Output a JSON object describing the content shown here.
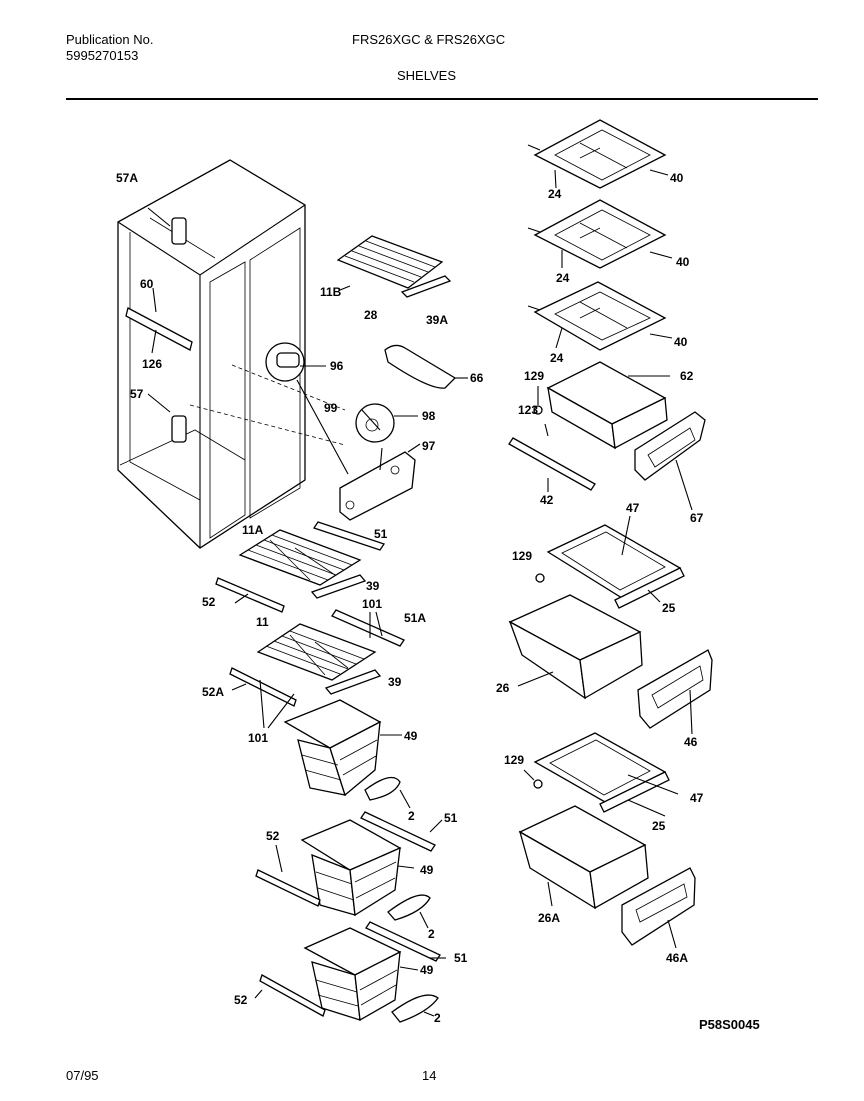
{
  "header": {
    "publication_label": "Publication No.",
    "publication_number": "5995270153",
    "models": "FRS26XGC & FRS26XGC",
    "section": "SHELVES"
  },
  "footer": {
    "date": "07/95",
    "page": "14",
    "figure_id": "P58S0045"
  },
  "callouts": {
    "c57A": "57A",
    "c60": "60",
    "c126": "126",
    "c57": "57",
    "c11B": "11B",
    "c28": "28",
    "c39A": "39A",
    "c96": "96",
    "c66": "66",
    "c99": "99",
    "c98": "98",
    "c97": "97",
    "c11A": "11A",
    "c51a": "51",
    "c39a": "39",
    "c52a": "52",
    "c101a": "101",
    "c51A": "51A",
    "c11": "11",
    "c39b": "39",
    "c52A": "52A",
    "c101b": "101",
    "c49a": "49",
    "c2a": "2",
    "c52b": "52",
    "c51b": "51",
    "c49b": "49",
    "c2b": "2",
    "c51c": "51",
    "c49c": "49",
    "c52c": "52",
    "c2c": "2",
    "c24a": "24",
    "c40a": "40",
    "c24b": "24",
    "c40b": "40",
    "c24c": "24",
    "c40c": "40",
    "c129a": "129",
    "c62": "62",
    "c123": "123",
    "c42": "42",
    "c67": "67",
    "c47a": "47",
    "c129b": "129",
    "c25a": "25",
    "c26": "26",
    "c46": "46",
    "c129c": "129",
    "c47b": "47",
    "c25b": "25",
    "c26A": "26A",
    "c46A": "46A"
  }
}
